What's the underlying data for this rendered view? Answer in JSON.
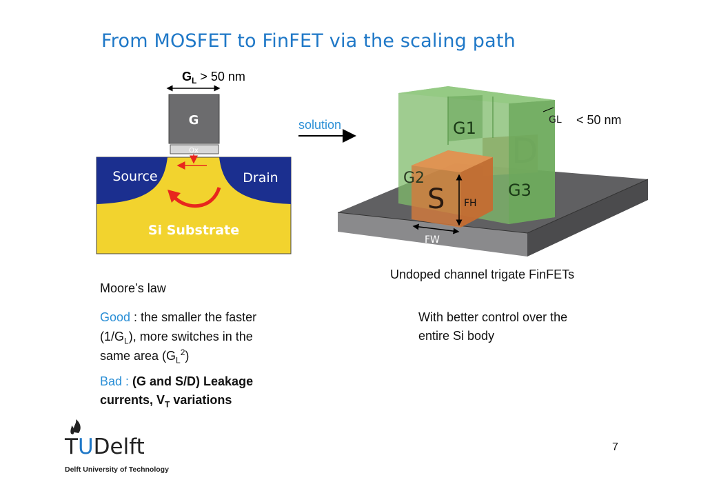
{
  "title": "From MOSFET to FinFET via the scaling path",
  "mosfet": {
    "gl_letter": "G",
    "gl_sub": "L",
    "gl_rest": " > 50 nm",
    "gate": "G",
    "oxide": "Ox",
    "source": "Source",
    "drain": "Drain",
    "substrate": "Si Substrate",
    "colors": {
      "gate": "#6c6c6e",
      "source_drain": "#1b2f8f",
      "substrate": "#f2d32e",
      "arrow": "#e8261d"
    }
  },
  "solution_label": "solution",
  "finfet": {
    "g1": "G1",
    "g2": "G2",
    "g3": "G3",
    "s": "S",
    "d": "D",
    "fh": "FH",
    "fw": "FW",
    "gl": "GL",
    "gl_value": "< 50 nm",
    "caption": "Undoped channel trigate FinFETs",
    "colors": {
      "gate": "#7fbb6b",
      "fin": "#d67a3c",
      "base": "#5d5d5f"
    }
  },
  "moores_law": {
    "heading": "Moore’s law",
    "good_label": "Good",
    "good_line1_rest": " : the smaller the faster",
    "good_line2_a": "(1/G",
    "good_line2_sub": "L",
    "good_line2_b": "), more switches in the",
    "good_line3_a": "same area (G",
    "good_line3_sub": "L",
    "good_line3_sup": "2",
    "good_line3_b": ")",
    "bad_label": "Bad :",
    "bad_line1_rest": " (G and S/D) Leakage",
    "bad_line2_a": "currents, V",
    "bad_line2_sub": "T",
    "bad_line2_b": " variations"
  },
  "finfet_note": {
    "line1": "With better control over the",
    "line2": "entire Si body"
  },
  "logo": {
    "t": "T",
    "u": "U",
    "delft": "Delft",
    "subtitle": "Delft University of Technology",
    "flame_icon": "flame-icon",
    "color_u": "#1f78c7"
  },
  "page_number": "7"
}
